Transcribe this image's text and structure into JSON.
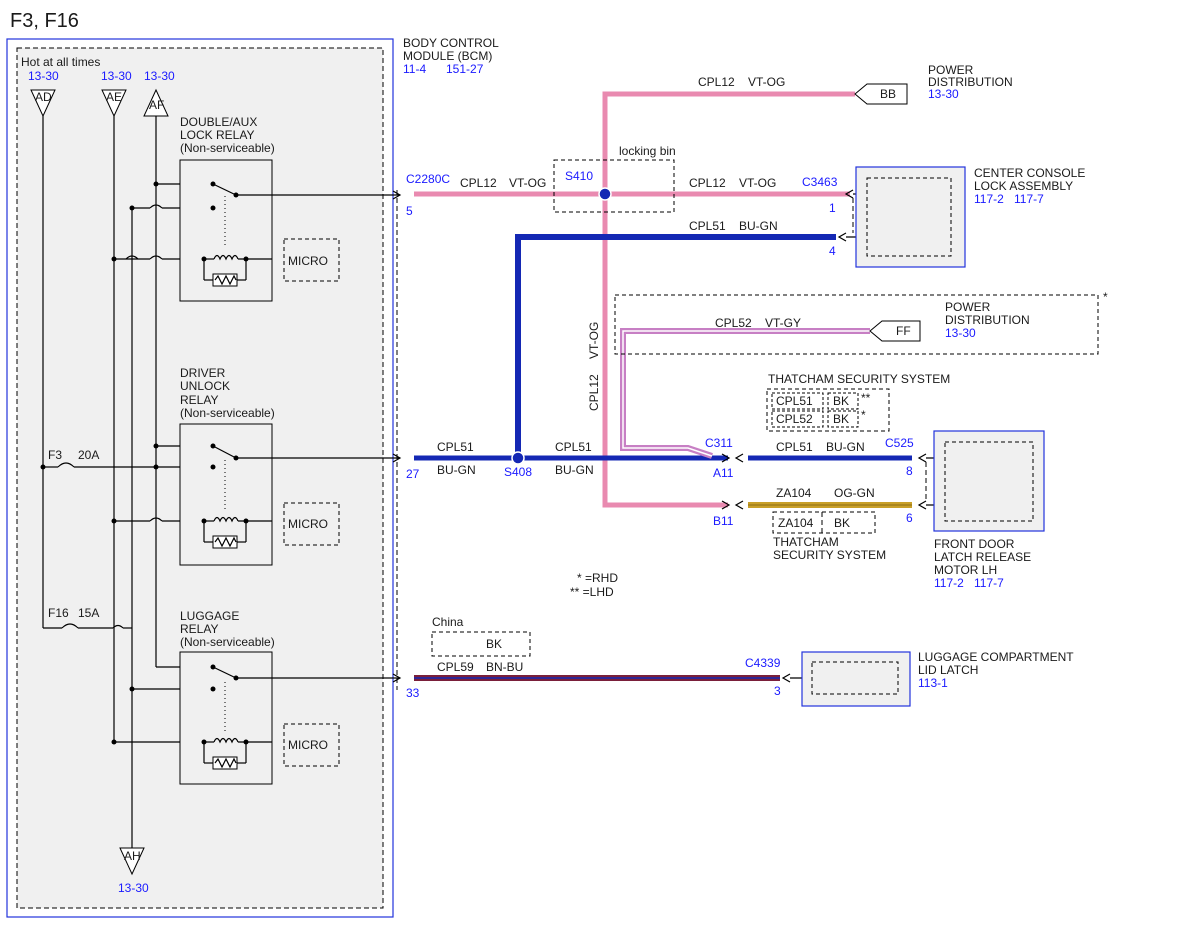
{
  "title": "F3, F16",
  "bcm": {
    "label_line1": "BODY CONTROL",
    "label_line2": "MODULE (BCM)",
    "ref1": "11-4",
    "ref2": "151-27",
    "hot_label": "Hot at all times"
  },
  "power_flags": [
    {
      "id": "AD",
      "ref": "13-30"
    },
    {
      "id": "AE",
      "ref": "13-30"
    },
    {
      "id": "AF",
      "ref": "13-30"
    },
    {
      "id": "AH",
      "ref": "13-30"
    }
  ],
  "relays": {
    "double_aux": {
      "line1": "DOUBLE/AUX",
      "line2": "LOCK RELAY",
      "line3": "(Non-serviceable)"
    },
    "driver_unlock": {
      "line1": "DRIVER",
      "line2": "UNLOCK",
      "line3": "RELAY",
      "line4": "(Non-serviceable)"
    },
    "luggage": {
      "line1": "LUGGAGE",
      "line2": "RELAY",
      "line3": "(Non-serviceable)"
    },
    "micro_label": "MICRO"
  },
  "fuses": {
    "f3": {
      "name": "F3",
      "rating": "20A"
    },
    "f16": {
      "name": "F16",
      "rating": "15A"
    }
  },
  "connectors": {
    "c2280c": {
      "name": "C2280C",
      "pin_5": "5",
      "pin_27": "27",
      "pin_33": "33"
    },
    "c3463": {
      "name": "C3463",
      "pin_1": "1",
      "pin_4": "4"
    },
    "c311": {
      "name": "C311",
      "pin_a11": "A11",
      "pin_b11": "B11"
    },
    "c525": {
      "name": "C525",
      "pin_8": "8",
      "pin_6": "6"
    },
    "c4339": {
      "name": "C4339",
      "pin_3": "3"
    }
  },
  "splices": {
    "s410": "S410",
    "s408": "S408",
    "locking_bin": "locking bin"
  },
  "wires": {
    "cpl12_top": {
      "circuit": "CPL12",
      "color": "VT-OG"
    },
    "cpl12_left": {
      "circuit": "CPL12",
      "color": "VT-OG"
    },
    "cpl12_right": {
      "circuit": "CPL12",
      "color": "VT-OG"
    },
    "cpl12_vert": {
      "circuit": "CPL12",
      "color": "VT-OG"
    },
    "cpl51_top": {
      "circuit": "CPL51",
      "color": "BU-GN"
    },
    "cpl51_left": {
      "circuit": "CPL51",
      "color": "BU-GN"
    },
    "cpl51_mid": {
      "circuit": "CPL51",
      "color": "BU-GN"
    },
    "cpl51_right": {
      "circuit": "CPL51",
      "color": "BU-GN"
    },
    "cpl52": {
      "circuit": "CPL52",
      "color": "VT-GY"
    },
    "za104": {
      "circuit": "ZA104",
      "color": "OG-GN"
    },
    "cpl59": {
      "circuit": "CPL59",
      "color": "BN-BU"
    }
  },
  "wire_colors": {
    "vt_og": "#e98ab0",
    "bu_gn": "#1428b4",
    "vt_gy": "#c77fc4",
    "og_gn": "#c9a02a",
    "bn_bu": "#7a1f3a"
  },
  "components": {
    "power_dist_bb": {
      "line1": "POWER",
      "line2": "DISTRIBUTION",
      "ref": "13-30",
      "flag": "BB"
    },
    "power_dist_ff": {
      "line1": "POWER",
      "line2": "DISTRIBUTION",
      "ref": "13-30",
      "flag": "FF",
      "note": "*"
    },
    "console_lock": {
      "line1": "CENTER CONSOLE",
      "line2": "LOCK ASSEMBLY",
      "ref1": "117-2",
      "ref2": "117-7"
    },
    "front_door": {
      "line1": "FRONT DOOR",
      "line2": "LATCH RELEASE",
      "line3": "MOTOR LH",
      "ref1": "117-2",
      "ref2": "117-7"
    },
    "luggage_latch": {
      "line1": "LUGGAGE COMPARTMENT",
      "line2": "LID LATCH",
      "ref": "113-1"
    }
  },
  "thatcham_top": {
    "label": "THATCHAM SECURITY SYSTEM",
    "row1": {
      "circuit": "CPL51",
      "color": "BK",
      "note": "**"
    },
    "row2": {
      "circuit": "CPL52",
      "color": "BK",
      "note": "*"
    }
  },
  "thatcham_bottom": {
    "circuit": "ZA104",
    "color": "BK",
    "line1": "THATCHAM",
    "line2": "SECURITY SYSTEM"
  },
  "china": {
    "label": "China",
    "color": "BK"
  },
  "legend": {
    "rhd": "* =RHD",
    "lhd": "** =LHD"
  }
}
